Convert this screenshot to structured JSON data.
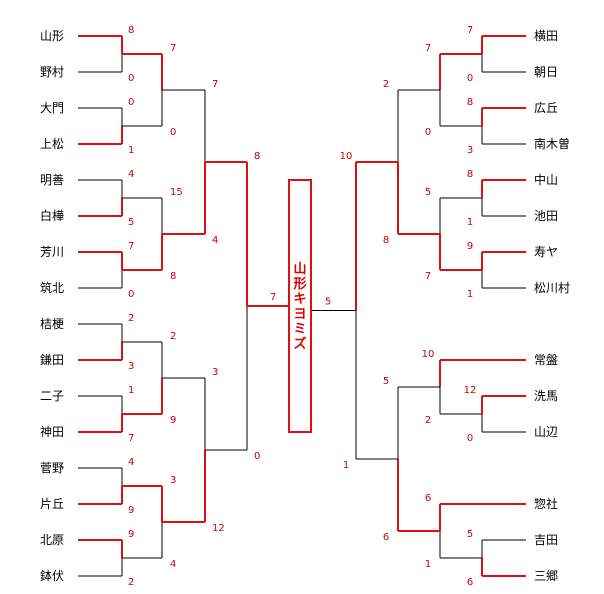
{
  "colors": {
    "win": "#dd1111",
    "lose": "#000000",
    "score": "#cc0000",
    "background": "#ffffff"
  },
  "champion": {
    "name": "山形キヨミズ",
    "chars": [
      "山",
      "形",
      "キ",
      "ヨ",
      "ミ",
      "ズ"
    ]
  },
  "final": {
    "left_score": "7",
    "right_score": "5"
  },
  "left_teams": [
    "山形",
    "野村",
    "大門",
    "上松",
    "明善",
    "白樺",
    "芳川",
    "筑北",
    "桔梗",
    "鎌田",
    "二子",
    "神田",
    "菅野",
    "片丘",
    "北原",
    "鉢伏"
  ],
  "left_r1_scores": [
    "8",
    "0",
    "0",
    "1",
    "4",
    "5",
    "7",
    "0",
    "2",
    "3",
    "1",
    "7",
    "4",
    "9",
    "9",
    "2"
  ],
  "left_r2_scores": [
    "7",
    "0",
    "15",
    "8",
    "2",
    "9",
    "3",
    "4"
  ],
  "left_qf_scores": [
    "7",
    "4",
    "3",
    "12"
  ],
  "left_sf_scores": [
    "8",
    "0"
  ],
  "right_teams": [
    "横田",
    "朝日",
    "広丘",
    "南木曽",
    "中山",
    "池田",
    "寿ヤ",
    "松川村",
    "常盤",
    "洗馬",
    "山辺",
    "惣社",
    "吉田",
    "三郷"
  ],
  "right_r1_scores": [
    "7",
    "0",
    "8",
    "3",
    "8",
    "1",
    "9",
    "1",
    "12",
    "0",
    "5",
    "6"
  ],
  "right_r2_scores": [
    "7",
    "0",
    "5",
    "7",
    "10",
    "2",
    "6",
    "1"
  ],
  "right_qf_scores": [
    "2",
    "8",
    "5",
    "6"
  ],
  "right_sf_scores": [
    "10",
    "1"
  ]
}
